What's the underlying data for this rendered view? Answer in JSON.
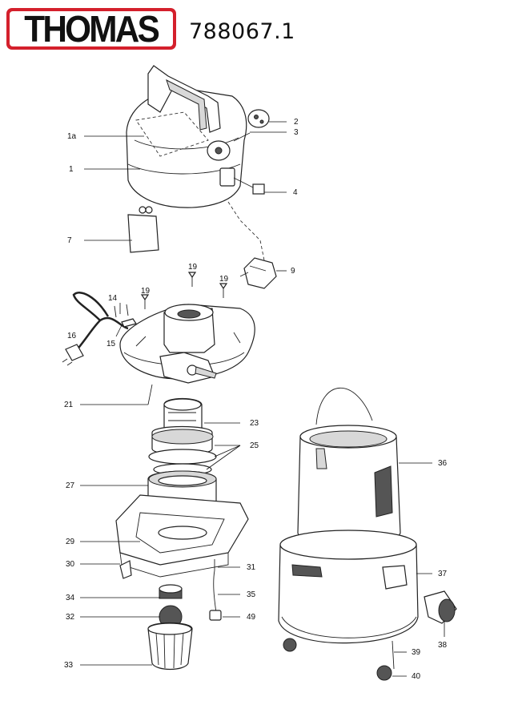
{
  "brand": {
    "logo_text": "THOMAS",
    "logo_color": "#d4202c"
  },
  "document": {
    "number": "788067.1"
  },
  "callouts": [
    "1a",
    "1",
    "2",
    "3",
    "4",
    "7",
    "9",
    "14",
    "15",
    "16",
    "19",
    "19",
    "19",
    "21",
    "23",
    "25",
    "27",
    "29",
    "30",
    "31",
    "34",
    "35",
    "32",
    "49",
    "33",
    "36",
    "37",
    "38",
    "39",
    "40"
  ]
}
